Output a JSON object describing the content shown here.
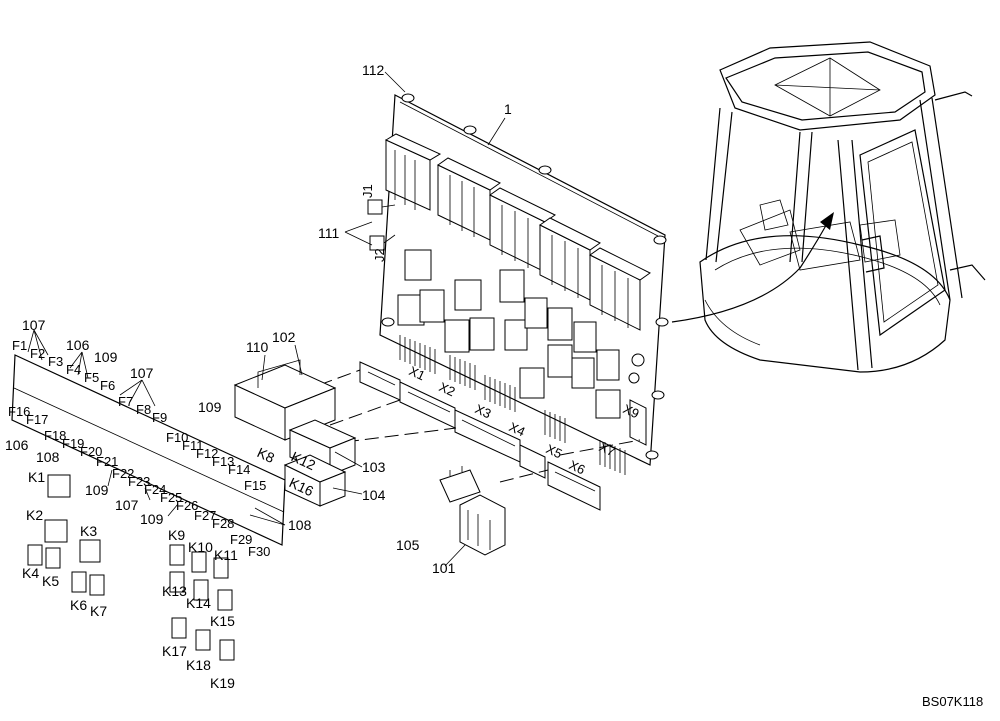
{
  "drawing": {
    "code": "BS07K118",
    "callouts": {
      "c1": "1",
      "c112": "112",
      "c111": "111",
      "c110": "110",
      "c102": "102",
      "c103": "103",
      "c104": "104",
      "c105": "105",
      "c101": "101",
      "c107a": "107",
      "c106a": "106",
      "c109a": "109",
      "c107b": "107",
      "c109b": "109",
      "c106b": "106",
      "c108a": "108",
      "c109c": "109",
      "c107c": "107",
      "c109d": "109",
      "c108b": "108"
    },
    "connectors": {
      "x1": "X1",
      "x2": "X2",
      "x3": "X3",
      "x4": "X4",
      "x5": "X5",
      "x6": "X6",
      "x7": "X7",
      "x9": "X9",
      "j1": "J1",
      "j2": "J2"
    },
    "fuses_top": [
      "F1",
      "F2",
      "F3",
      "F4",
      "F5",
      "F6",
      "F7",
      "F8",
      "F9",
      "F10",
      "F11",
      "F12",
      "F13",
      "F14",
      "F15"
    ],
    "fuses_bottom": [
      "F16",
      "F17",
      "F18",
      "F19",
      "F20",
      "F21",
      "F22",
      "F23",
      "F24",
      "F25",
      "F26",
      "F27",
      "F28",
      "F29",
      "F30"
    ],
    "relays": {
      "k1": "K1",
      "k2": "K2",
      "k3": "K3",
      "k4": "K4",
      "k5": "K5",
      "k6": "K6",
      "k7": "K7",
      "k8": "K8",
      "k9": "K9",
      "k10": "K10",
      "k11": "K11",
      "k12": "K12",
      "k13": "K13",
      "k14": "K14",
      "k15": "K15",
      "k16": "K16",
      "k17": "K17",
      "k18": "K18",
      "k19": "K19"
    }
  }
}
